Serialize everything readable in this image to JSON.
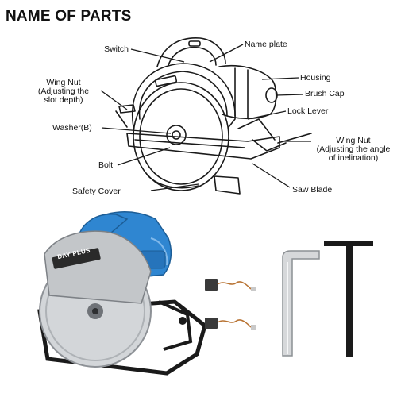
{
  "title": "NAME OF PARTS",
  "labels": {
    "switch": "Switch",
    "name_plate": "Name plate",
    "housing": "Housing",
    "brush_cap": "Brush Cap",
    "lock_lever": "Lock Lever",
    "wing_nut_depth_1": "Wing Nut",
    "wing_nut_depth_2": "(Adjusting the",
    "wing_nut_depth_3": "slot depth)",
    "washer": "Washer(B)",
    "bolt": "Bolt",
    "safety_cover": "Safety Cover",
    "saw_blade": "Saw Blade",
    "wing_nut_angle_1": "Wing Nut",
    "wing_nut_angle_2": "(Adjusting the angle",
    "wing_nut_angle_3": "of inelination)"
  },
  "product": {
    "brand": "DAY PLUS",
    "colors": {
      "housing_blue": "#2f86d1",
      "blade_silver": "#b9bcbf",
      "black": "#1a1a1a"
    }
  },
  "accessories": [
    "carbon-brush",
    "carbon-brush",
    "hex-key",
    "t-wrench"
  ]
}
